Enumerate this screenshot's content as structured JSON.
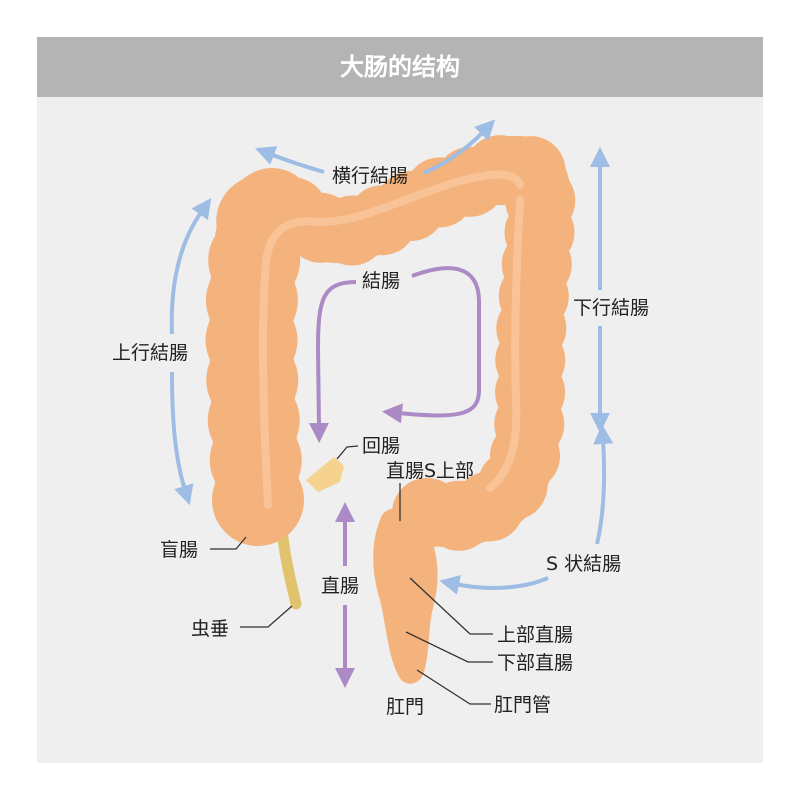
{
  "header": {
    "title": "大肠的结构"
  },
  "labels": {
    "transverse_colon": "横行結腸",
    "colon": "結腸",
    "ascending_colon": "上行結腸",
    "descending_colon": "下行結腸",
    "ileum": "回腸",
    "rectosigmoid": "直腸S上部",
    "cecum": "盲腸",
    "sigmoid_colon": "S 状結腸",
    "rectum": "直腸",
    "appendix": "虫垂",
    "upper_rectum": "上部直腸",
    "lower_rectum": "下部直腸",
    "anus": "肛門",
    "anal_canal": "肛門管"
  },
  "colors": {
    "page-bg": "#ffffff",
    "panel-bg": "#efefef",
    "header-bg": "#b4b4b4",
    "header-text": "#ffffff",
    "intestine": "#f4b27c",
    "intestine-highlight": "#f8c79c",
    "ileum": "#f5d38f",
    "appendix": "#e1c36d",
    "blue": "#9ebde4",
    "purple": "#ab8ac5",
    "text": "#222222",
    "leader": "#333333"
  }
}
